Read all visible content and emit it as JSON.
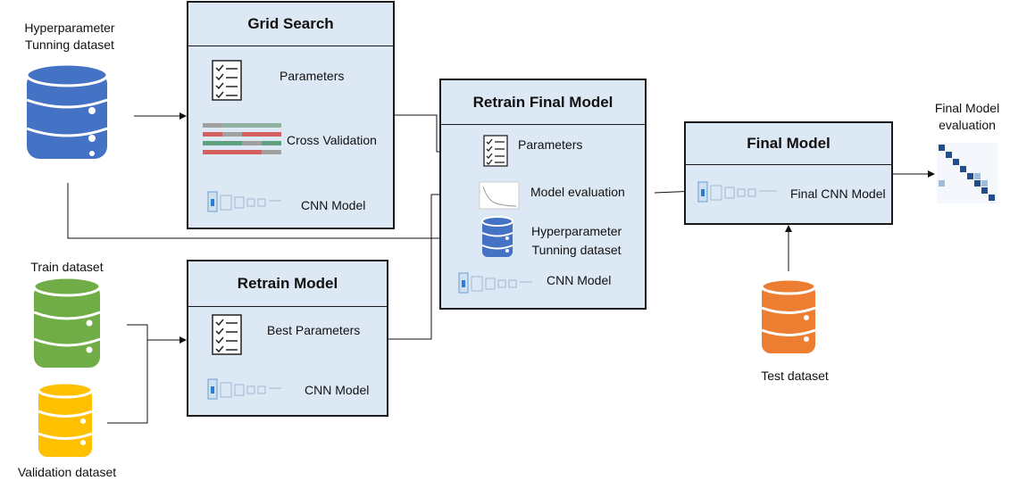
{
  "datasets": {
    "hyper_label": "Hyperparameter\nTunning dataset",
    "train_label": "Train dataset",
    "validation_label": "Validation dataset",
    "test_label": "Test dataset"
  },
  "grid_search": {
    "title": "Grid Search",
    "parameters": "Parameters",
    "cross_validation": "Cross Validation",
    "cnn_model": "CNN Model"
  },
  "retrain_model": {
    "title": "Retrain Model",
    "best_parameters": "Best Parameters",
    "cnn_model": "CNN Model"
  },
  "retrain_final_model": {
    "title": "Retrain Final Model",
    "parameters": "Parameters",
    "model_evaluation": "Model evaluation",
    "hyper_dataset": "Hyperparameter\nTunning dataset",
    "cnn_model": "CNN Model"
  },
  "final_model": {
    "title": "Final Model",
    "final_cnn_model": "Final CNN Model"
  },
  "final_evaluation": {
    "label": "Final Model\nevaluation"
  },
  "colors": {
    "box_fill": "#dde8f5",
    "blue_db": "#4472c4",
    "green_db": "#70ad47",
    "yellow_db": "#ffc000",
    "orange_db": "#ed7d31"
  }
}
